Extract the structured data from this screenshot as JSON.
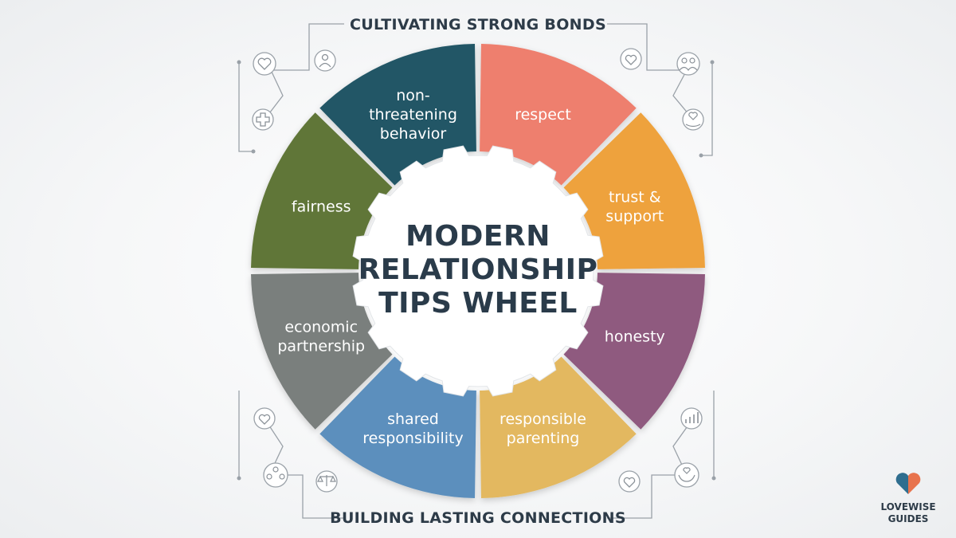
{
  "header": {
    "title": "CULTIVATING STRONG BONDS"
  },
  "footer": {
    "title": "BUILDING LASTING CONNECTIONS"
  },
  "center": {
    "lines": [
      "MODERN",
      "RELATIONSHIP",
      "TIPS WHEEL"
    ]
  },
  "segments": [
    {
      "id": "respect",
      "lines": [
        "respect"
      ],
      "color": "#ee7f6e"
    },
    {
      "id": "trust-support",
      "lines": [
        "trust &",
        "support"
      ],
      "color": "#eea23d"
    },
    {
      "id": "honesty",
      "lines": [
        "honesty"
      ],
      "color": "#8f5a7f"
    },
    {
      "id": "responsible-parenting",
      "lines": [
        "responsible",
        "parenting"
      ],
      "color": "#e3b860"
    },
    {
      "id": "shared-responsibility",
      "lines": [
        "shared",
        "responsibility"
      ],
      "color": "#5b8fbd"
    },
    {
      "id": "economic-partnership",
      "lines": [
        "economic",
        "partnership"
      ],
      "color": "#7a7f7d"
    },
    {
      "id": "fairness",
      "lines": [
        "fairness"
      ],
      "color": "#617639"
    },
    {
      "id": "non-threatening-behavior",
      "lines": [
        "non-",
        "threatening",
        "behavior"
      ],
      "color": "#205766"
    }
  ],
  "decor_icons": [
    "heart-icon",
    "person-icon",
    "medical-cross-icon",
    "heart-icon",
    "people-icon",
    "heart-hand-icon",
    "heart-icon",
    "people-group-icon",
    "scales-icon",
    "growth-chart-icon",
    "heart-icon",
    "caring-hands-icon"
  ],
  "logo": {
    "line1": "LOVEWISE",
    "line2": "GUIDES",
    "colors": [
      "#2f6e8f",
      "#e8734d"
    ]
  }
}
